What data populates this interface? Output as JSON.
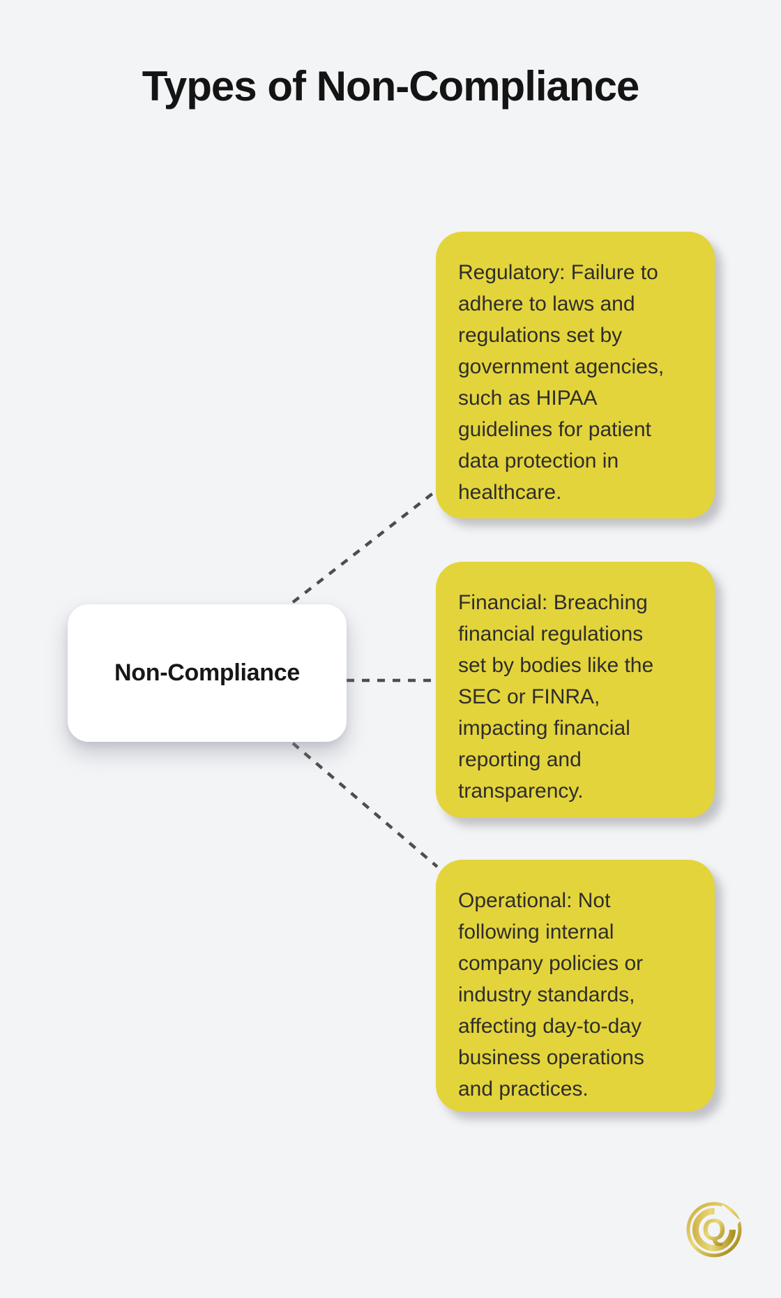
{
  "page": {
    "title": "Types of Non-Compliance",
    "background_color": "#f3f4f6"
  },
  "center_node": {
    "label": "Non-Compliance",
    "fill_color": "#ffffff"
  },
  "branches": [
    {
      "id": "regulatory",
      "lines": [
        "Regulatory: Failure to",
        "adhere to laws and",
        "regulations set by",
        "government agencies,",
        "such as HIPAA",
        "guidelines for patient",
        "data protection in",
        "healthcare."
      ]
    },
    {
      "id": "financial",
      "lines": [
        "Financial: Breaching",
        "financial regulations",
        "set by bodies like the",
        "SEC or FINRA,",
        "impacting financial",
        "reporting and",
        "transparency."
      ]
    },
    {
      "id": "operational",
      "lines": [
        "Operational: Not",
        "following internal",
        "company policies or",
        "industry standards,",
        "affecting day-to-day",
        "business operations",
        "and practices."
      ]
    }
  ],
  "colors": {
    "card_yellow": "#e3d43c",
    "connector_gray": "#4d4d4d",
    "title_black": "#141414",
    "card_text": "#2e2d2b",
    "logo_gold_light": "#ead979",
    "logo_gold_dark": "#9a7c05"
  },
  "logo": {
    "letter": "Q"
  }
}
